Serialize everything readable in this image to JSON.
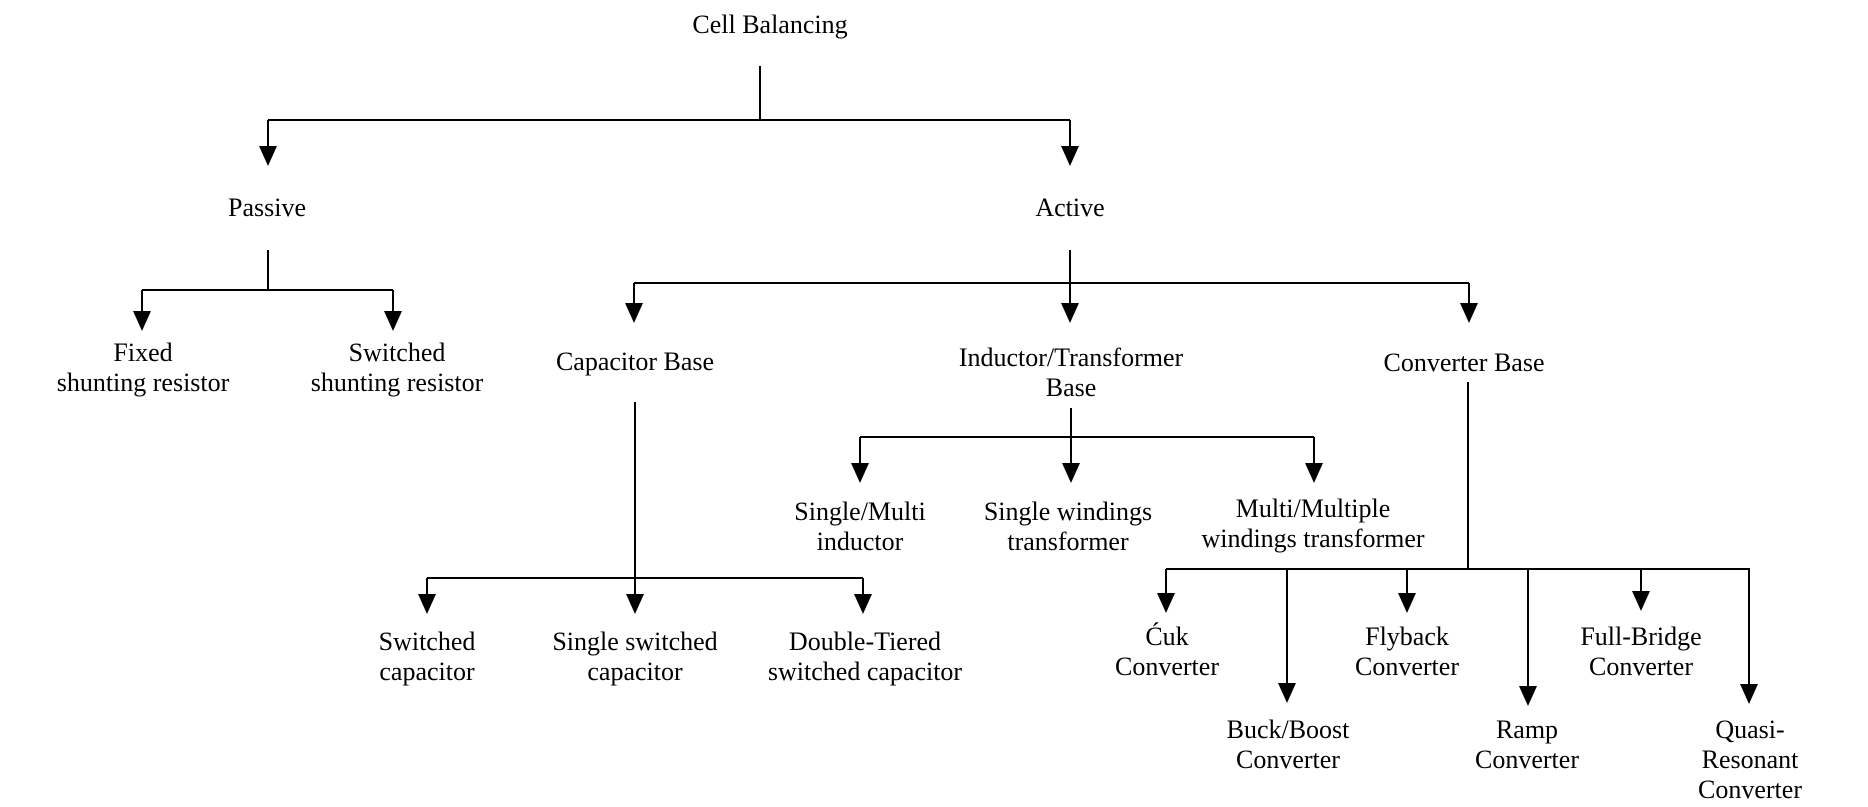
{
  "background": "#ffffff",
  "line_color": "#000000",
  "text_color": "#000000",
  "tree": {
    "root": {
      "label": "Cell Balancing",
      "children": [
        {
          "label": "Passive",
          "children": [
            {
              "label": "Fixed\nshunting resistor"
            },
            {
              "label": "Switched\nshunting resistor"
            }
          ]
        },
        {
          "label": "Active",
          "children": [
            {
              "label": "Capacitor Base",
              "children": [
                {
                  "label": "Switched\ncapacitor"
                },
                {
                  "label": "Single switched\ncapacitor"
                },
                {
                  "label": "Double-Tiered\nswitched capacitor"
                }
              ]
            },
            {
              "label": "Inductor/Transformer\nBase",
              "children": [
                {
                  "label": "Single/Multi\ninductor"
                },
                {
                  "label": "Single windings\ntransformer"
                },
                {
                  "label": "Multi/Multiple\nwindings transformer"
                }
              ]
            },
            {
              "label": "Converter Base",
              "children": [
                {
                  "label": "Ćuk\nConverter"
                },
                {
                  "label": "Buck/Boost\nConverter"
                },
                {
                  "label": "Flyback\nConverter"
                },
                {
                  "label": "Ramp\nConverter"
                },
                {
                  "label": "Full-Bridge\nConverter"
                },
                {
                  "label": "Quasi-Resonant\nConverter"
                }
              ]
            }
          ]
        }
      ]
    }
  }
}
